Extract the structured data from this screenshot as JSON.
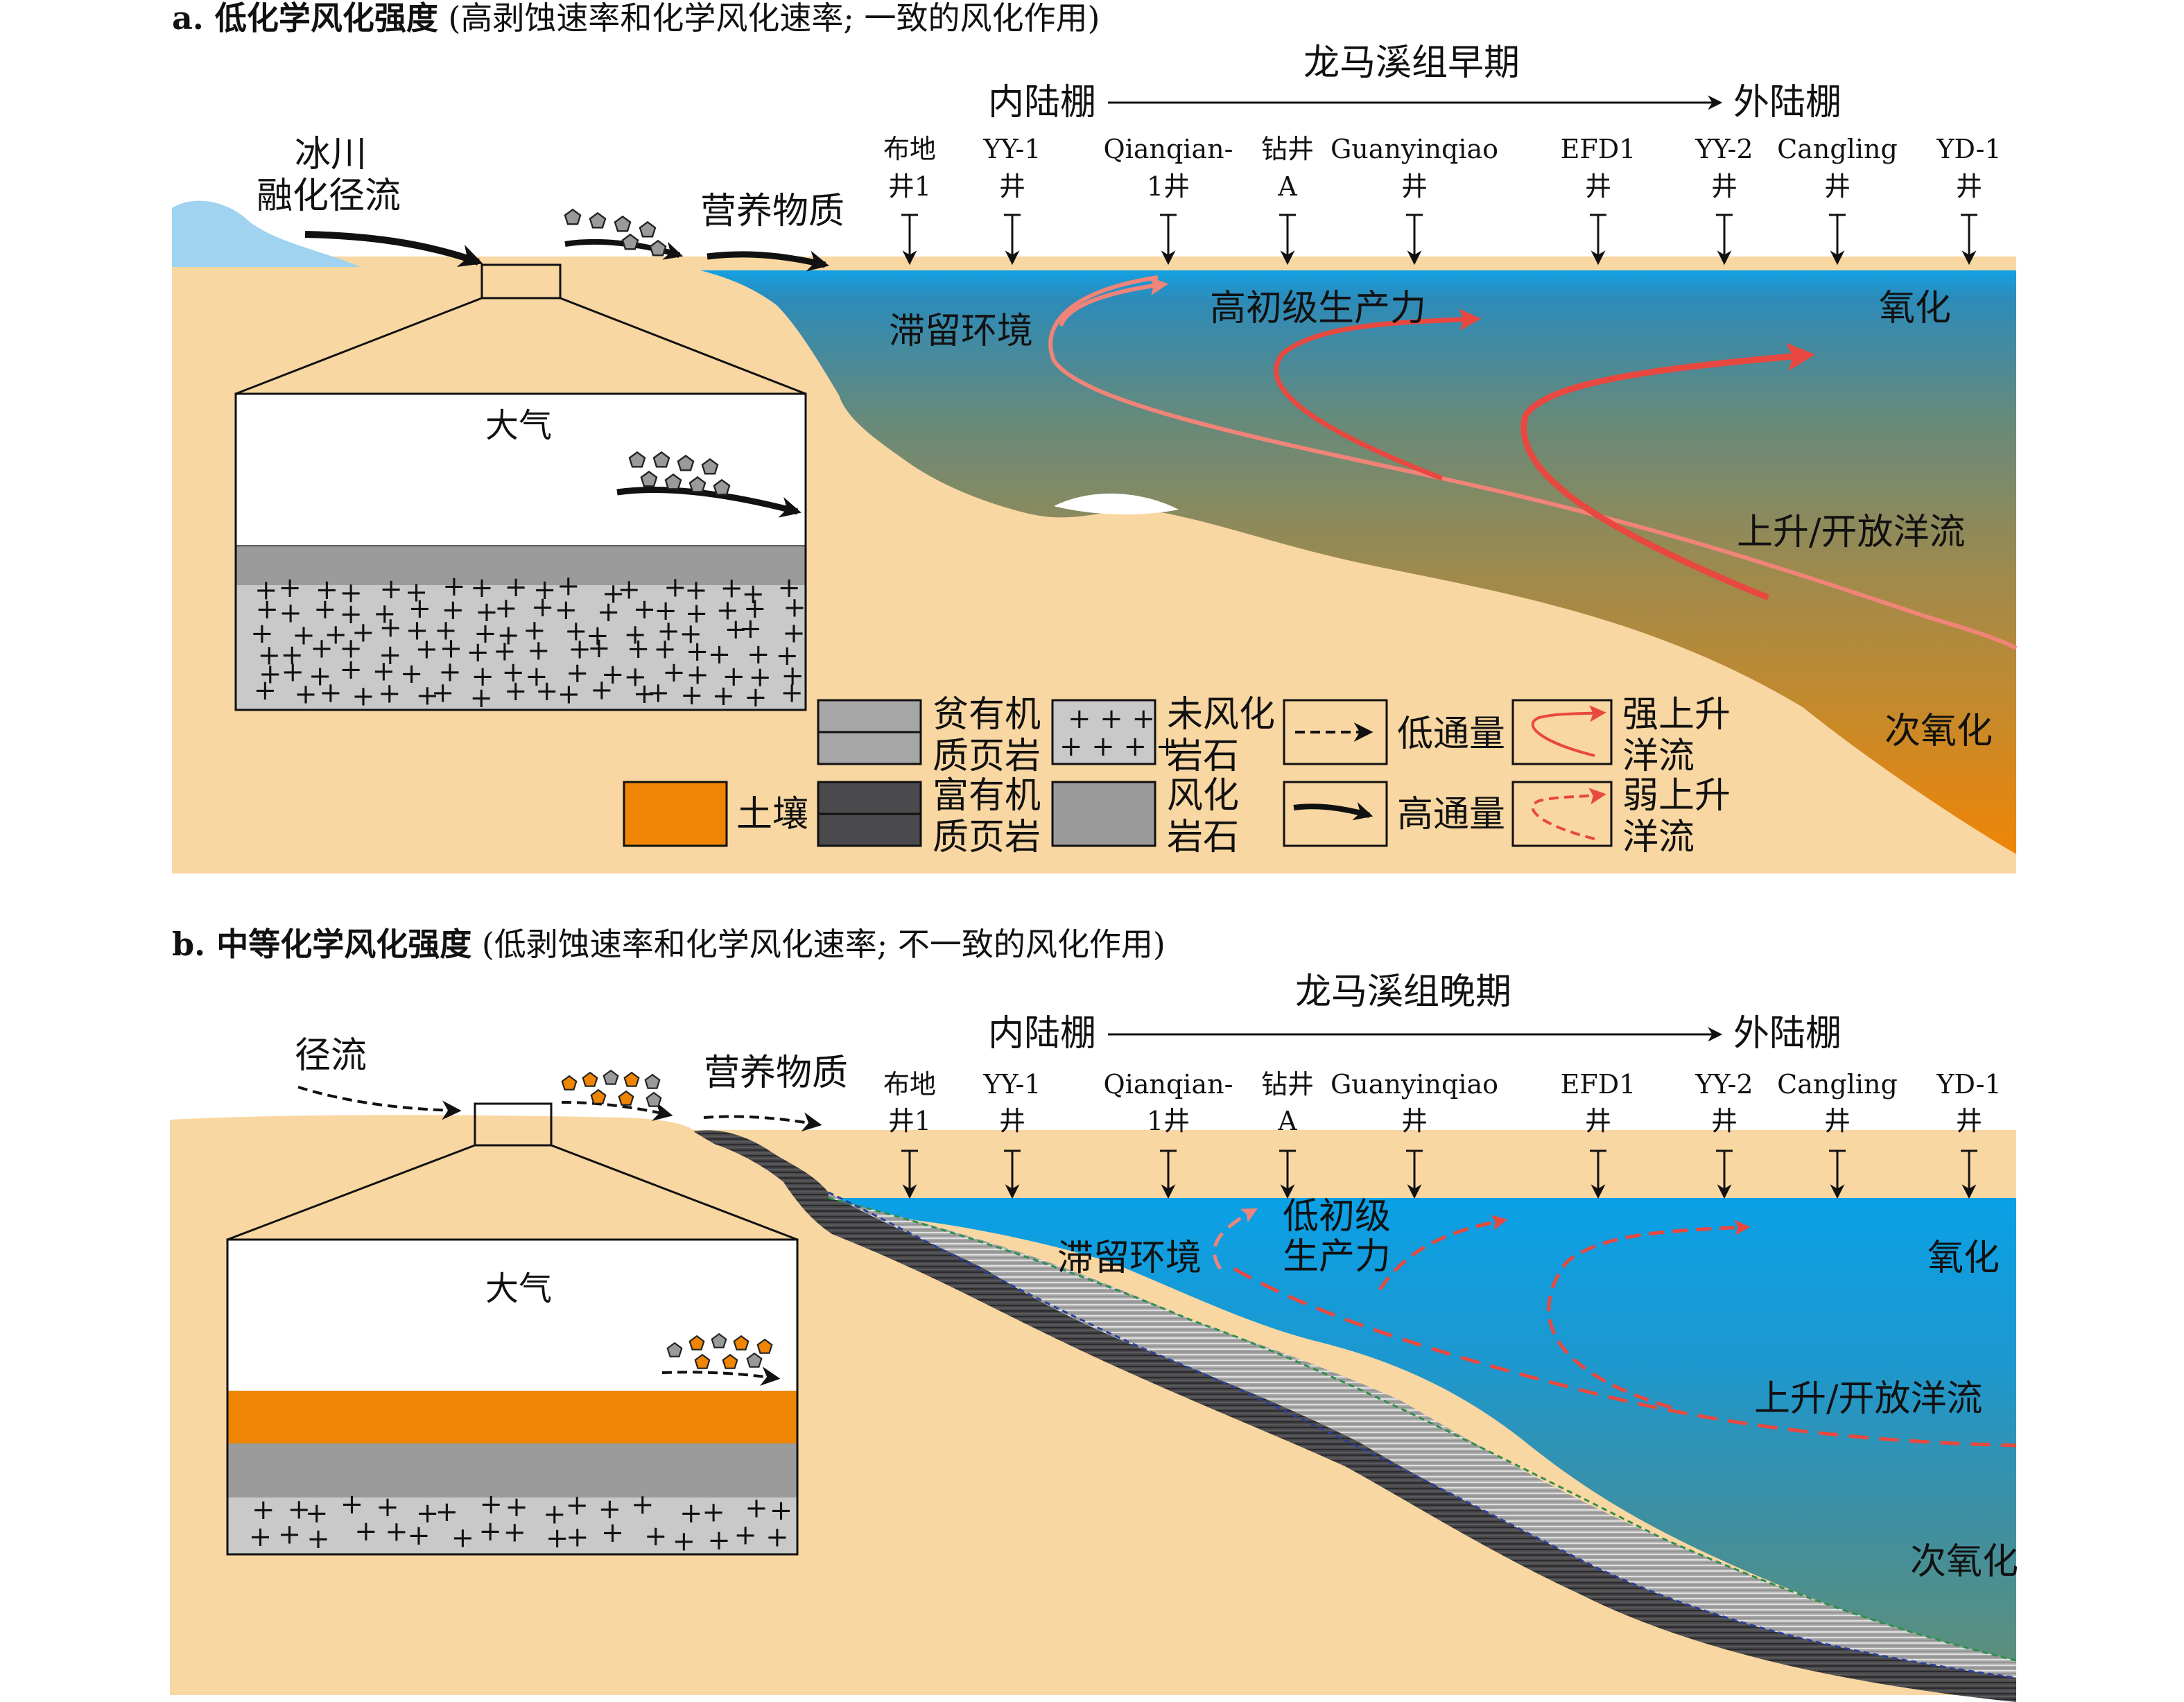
{
  "colors": {
    "soil_sand": "#f9d7a2",
    "glacier": "#9fd3f0",
    "water_surface": "#14a0e3",
    "suboxic_orange": "#e8820e",
    "soil_orange": "#ef8503",
    "weathered_gray": "#9b9b9b",
    "unweathered_gray": "#c9c9c9",
    "organic_rich": "#4a4a4d",
    "organic_poor": "#a6a6a6",
    "strong_upwelling": "#e8483f",
    "weak_upwelling": "#f08478"
  },
  "panel_a": {
    "title_bold": "a. 低化学风化强度",
    "title_rest": " (高剥蚀速率和化学风化速率; 一致的风化作用)",
    "stage": "龙马溪组早期",
    "inner_shelf": "内陆棚",
    "outer_shelf": "外陆棚",
    "glacier_line1": "冰川",
    "glacier_line2": "融化径流",
    "nutrients": "营养物质",
    "stagnant": "滞留环境",
    "productivity": "高初级生产力",
    "oxic": "氧化",
    "upwelling": "上升/开放洋流",
    "suboxic": "次氧化",
    "atmosphere": "大气",
    "legend": {
      "poor_shale_1": "贫有机",
      "poor_shale_2": "质页岩",
      "rich_shale_1": "富有机",
      "rich_shale_2": "质页岩",
      "unweathered_1": "未风化",
      "unweathered_2": "岩石",
      "weathered_1": "风化",
      "weathered_2": "岩石",
      "soil": "土壤",
      "low_flux": "低通量",
      "high_flux": "高通量",
      "strong_up_1": "强上升",
      "strong_up_2": "洋流",
      "weak_up_1": "弱上升",
      "weak_up_2": "洋流"
    }
  },
  "panel_b": {
    "title_bold": "b. 中等化学风化强度",
    "title_rest": " (低剥蚀速率和化学风化速率; 不一致的风化作用)",
    "stage": "龙马溪组晚期",
    "inner_shelf": "内陆棚",
    "outer_shelf": "外陆棚",
    "runoff": "径流",
    "nutrients": "营养物质",
    "stagnant": "滞留环境",
    "productivity_1": "低初级",
    "productivity_2": "生产力",
    "oxic": "氧化",
    "upwelling": "上升/开放洋流",
    "suboxic": "次氧化",
    "atmosphere": "大气"
  },
  "wells": [
    {
      "line1": "布地",
      "line2": "井1"
    },
    {
      "line1": "YY-1",
      "line2": "井"
    },
    {
      "line1": "Qianqian-",
      "line2": "1井"
    },
    {
      "line1": "钻井",
      "line2": "A"
    },
    {
      "line1": "Guanyinqiao",
      "line2": "井"
    },
    {
      "line1": "EFD1",
      "line2": "井"
    },
    {
      "line1": "YY-2",
      "line2": "井"
    },
    {
      "line1": "Cangling",
      "line2": "井"
    },
    {
      "line1": "YD-1",
      "line2": "井"
    }
  ]
}
